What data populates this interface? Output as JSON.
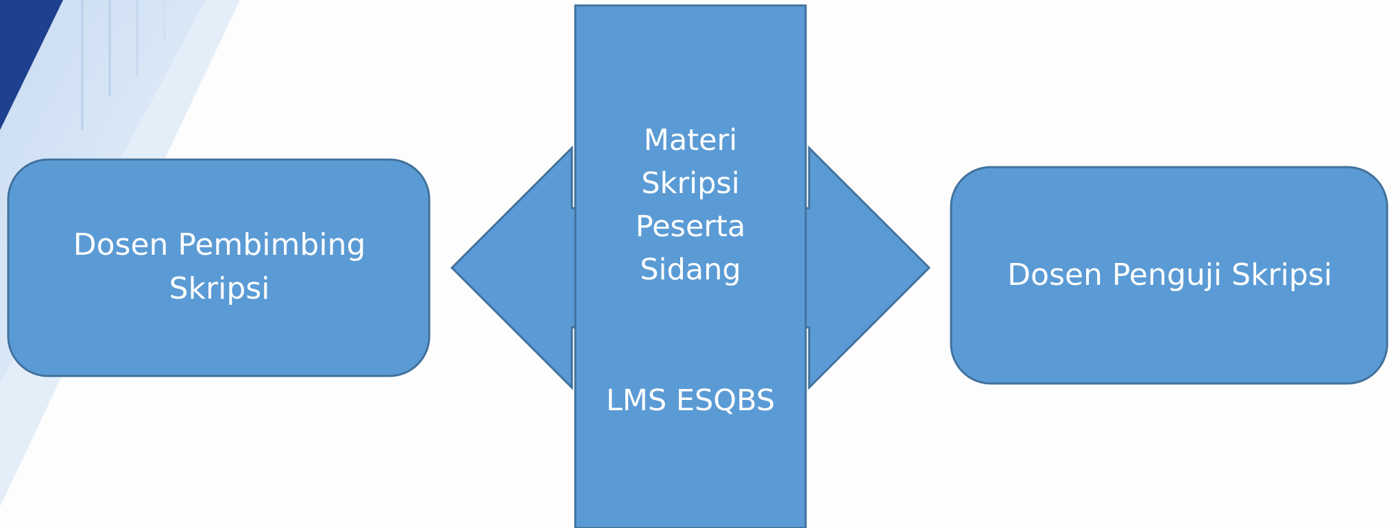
{
  "diagram": {
    "left_box": {
      "text": "Dosen Pembimbing\nSkripsi"
    },
    "right_box": {
      "text": "Dosen Penguji Skripsi"
    },
    "center_top": {
      "text": "Materi\nSkripsi\nPeserta\nSidang"
    },
    "center_bottom": {
      "text": "LMS ESQBS"
    }
  },
  "colors": {
    "shape_fill": "#5b9bd5",
    "shape_stroke": "#41719c",
    "background": "#fdfdfd",
    "decor_dark": "#1f3f8f",
    "decor_light": "#dbe8f6"
  }
}
